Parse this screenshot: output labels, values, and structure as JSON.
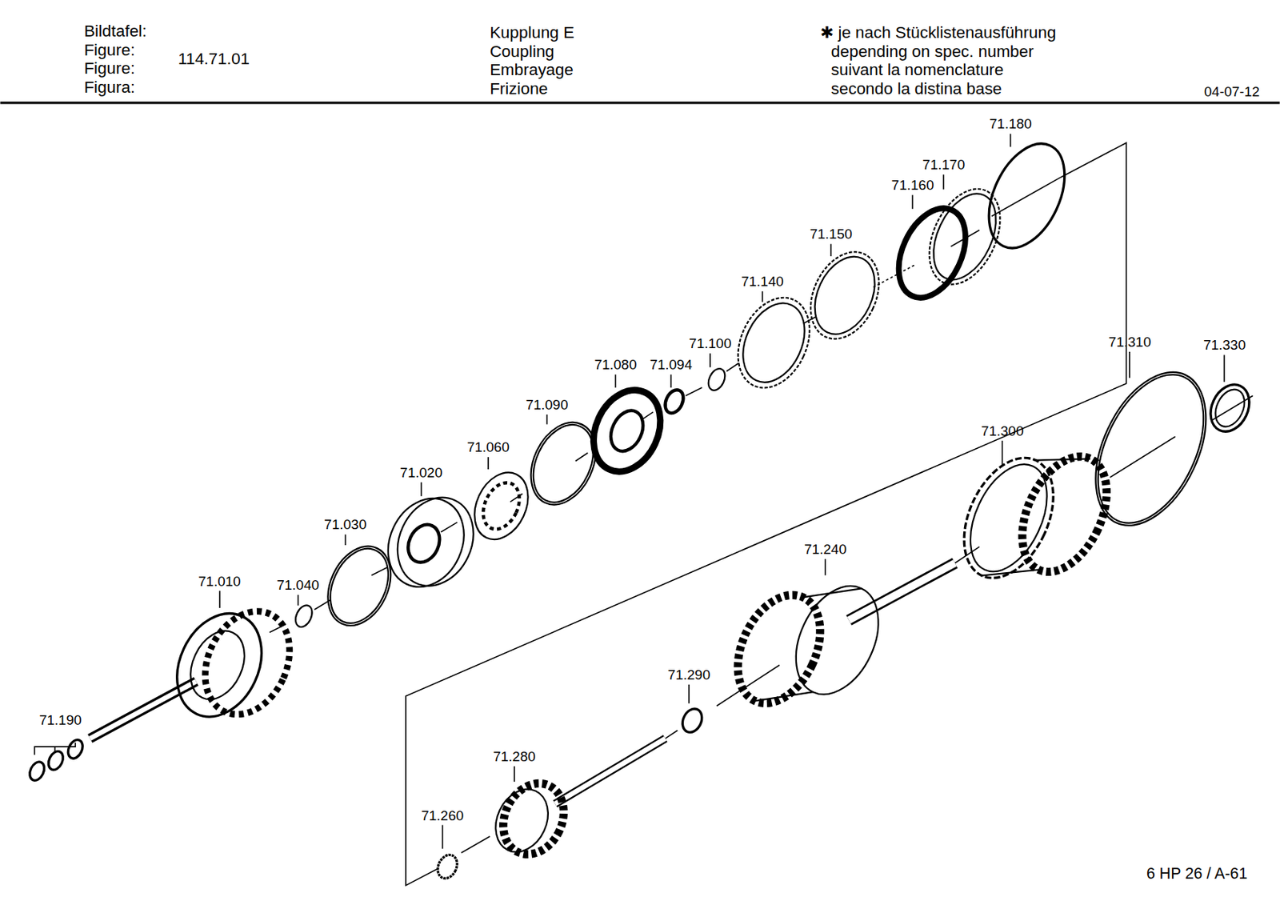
{
  "diagram": {
    "labels": [
      "Bildtafel:",
      "Figure:",
      "Figure:",
      "Figura:",
      "114.71.01",
      "Kupplung E",
      "Coupling",
      "Embrayage",
      "Frizione",
      "✱ je nach Stücklistenausführung",
      "depending on spec. number",
      "suivant la nomenclature",
      "secondo la distina base",
      "04-07-12",
      "71.180",
      "71.170",
      "71.160",
      "71.150",
      "71.140",
      "71.100",
      "71.094",
      "71.080",
      "71.090",
      "71.060",
      "71.020",
      "71.030",
      "71.040",
      "71.010",
      "71.190",
      "71.310",
      "71.330",
      "71.300",
      "71.240",
      "71.290",
      "71.280",
      "71.260",
      "6 HP 26 / A-61"
    ]
  }
}
